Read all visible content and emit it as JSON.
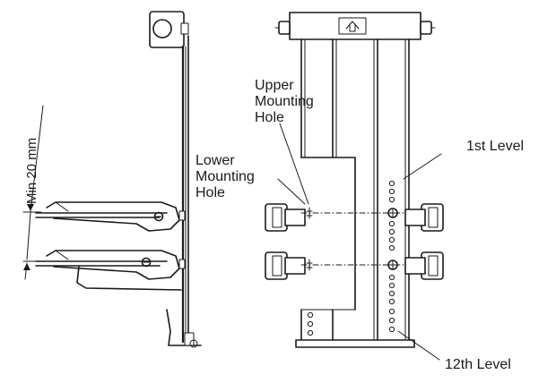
{
  "diagram": {
    "dimension_label": "Min 20 mm",
    "labels": {
      "upper_mounting_hole": [
        "Upper",
        "Mounting",
        "Hole"
      ],
      "lower_mounting_hole": [
        "Lower",
        "Mounting",
        "Hole"
      ],
      "first_level": "1st Level",
      "twelfth_level": "12th Level"
    },
    "colors": {
      "line": "#1a1a1a",
      "background": "#ffffff"
    }
  }
}
